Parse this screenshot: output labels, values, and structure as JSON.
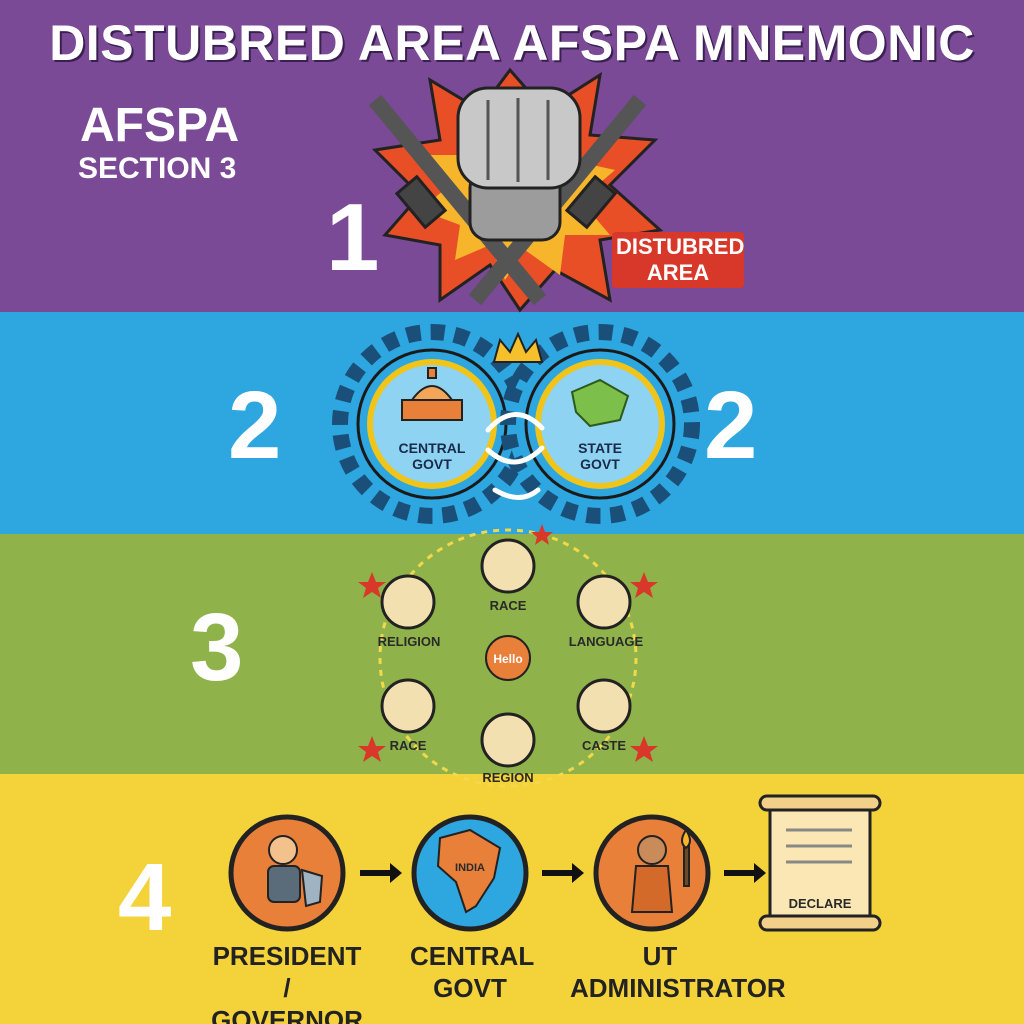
{
  "title": "DISTUBRED AREA AFSPA MNEMONIC",
  "header": {
    "line1": "AFSPA",
    "line2": "SECTION 3"
  },
  "sections": [
    {
      "number": "1",
      "tag": "DISTUBRED AREA"
    },
    {
      "number": "2",
      "number_right": "2",
      "left_gear": "CENTRAL GOVT",
      "right_gear": "STATE GOVT"
    },
    {
      "number": "3",
      "center": "Hello",
      "items": [
        "RACE",
        "RELIGION",
        "LANGUAGE",
        "RACE",
        "CASTE",
        "REGION"
      ]
    },
    {
      "number": "4",
      "steps": [
        "PRESIDENT / GOVERNOR",
        "CENTRAL GOVT",
        "UT ADMINISTRATOR"
      ],
      "india_label": "INDIA",
      "scroll_label": "DECLARE"
    }
  ],
  "colors": {
    "purple": "#7a4a96",
    "blue": "#2ea6df",
    "green": "#8fb34a",
    "yellow": "#f4d23a",
    "red": "#d8382a",
    "orange": "#e9803a"
  }
}
